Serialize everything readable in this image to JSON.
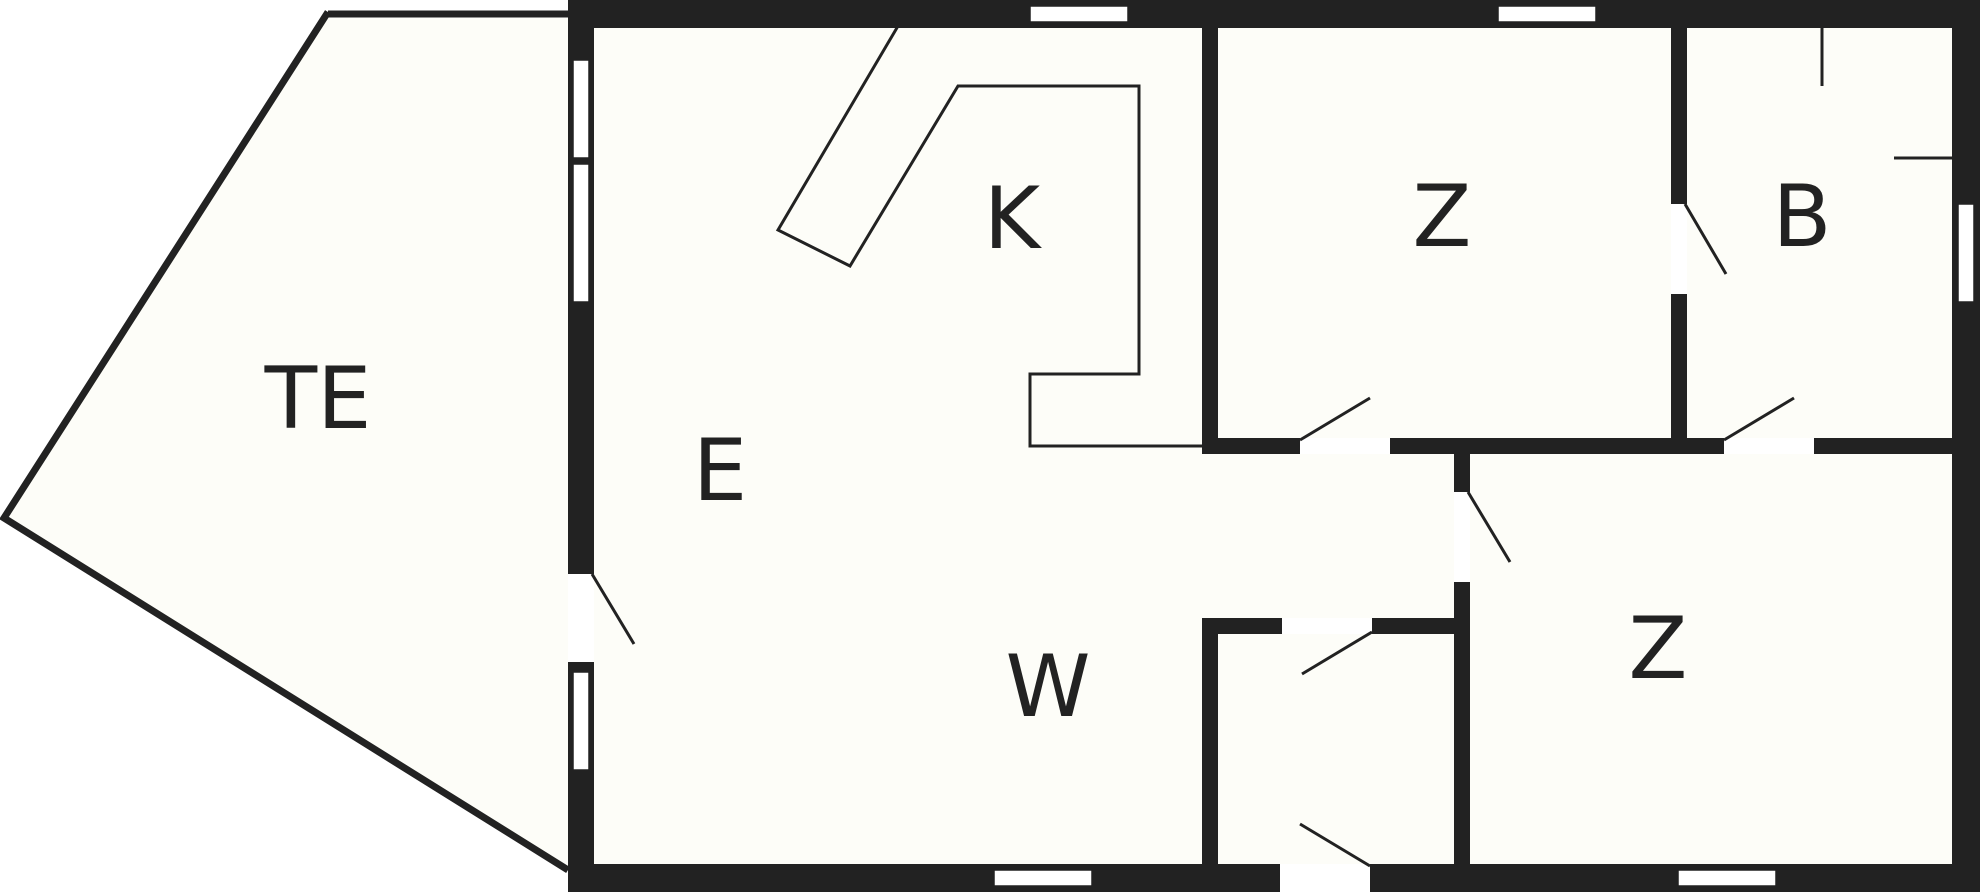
{
  "colors": {
    "wall": "#222222",
    "floor": "#fdfdf8",
    "opening": "#ffffff",
    "background": "#ffffff"
  },
  "rooms": [
    {
      "id": "terrace",
      "label": "TE"
    },
    {
      "id": "entrance",
      "label": "E"
    },
    {
      "id": "kitchen",
      "label": "K"
    },
    {
      "id": "living",
      "label": "W"
    },
    {
      "id": "bedroom-north",
      "label": "Z"
    },
    {
      "id": "bathroom",
      "label": "B"
    },
    {
      "id": "bedroom-south",
      "label": "Z"
    }
  ]
}
